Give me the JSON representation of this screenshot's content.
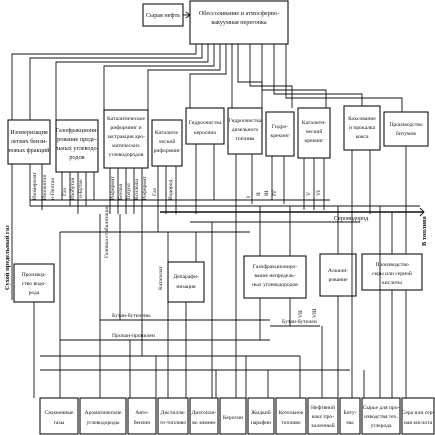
{
  "process_units": {
    "crude": [
      "Сырая нефть"
    ],
    "distillation": [
      "Обессоливание и атмосферно-",
      "вакуумная перегонка"
    ],
    "isomerization": [
      "Изомеризация",
      "легких бензи-",
      "новых фракций"
    ],
    "gas_fractionation": [
      "Газофракциони-",
      "рование преде-",
      "льных углеводо-",
      "родов"
    ],
    "cat_reforming_extraction": [
      "Каталитическое",
      "риформинг и",
      "экстракция аро-",
      "матических",
      "углеводородов"
    ],
    "cat_reforming": [
      "Каталити-",
      "ческий",
      "риформинг"
    ],
    "hydrotreating": [
      "Гидроочистка",
      "керосина"
    ],
    "hydrotreating_diesel": [
      "Гидроочистка",
      "дизельного",
      "топлива"
    ],
    "hydrocracking": [
      "Гидро-",
      "крекинг"
    ],
    "cat_cracking": [
      "Каталити-",
      "ческий",
      "крекинг"
    ],
    "coking": [
      "Коксование",
      "и прокалка",
      "кокса"
    ],
    "bitumen": [
      "Производство",
      "битумов"
    ],
    "hydrogen": [
      "Производ-",
      "ство водо-",
      "рода"
    ],
    "dewaxing": [
      "Депарафи-",
      "низация"
    ],
    "gas_fractionation_unsat": [
      "Газофракциониро-",
      "вание непредель-",
      "ных углеводородов"
    ],
    "alkylation": [
      "Алкили-",
      "рование"
    ],
    "sulfur": [
      "Производство",
      "серы или серной",
      "кислоты"
    ]
  },
  "products": {
    "liquefied_gases": [
      "Сжиженные",
      "газы"
    ],
    "aromatics": [
      "Ароматические",
      "углеводороды"
    ],
    "gasolines": [
      "Авто-",
      "бензин"
    ],
    "kerosene_jet": [
      "Дистилля-",
      "то-топливо"
    ],
    "diesel": [
      "Дизтопли-",
      "во зимнее"
    ],
    "kerosene": [
      "Керосин"
    ],
    "liquid_paraffin": [
      "Жидкий",
      "парафин"
    ],
    "boiler_fuel": [
      "Котельное",
      "топливо"
    ],
    "petroleum_coke": [
      "Нефтяной",
      "кокс про-",
      "каленный"
    ],
    "bitumens": [
      "Биту-",
      "мы"
    ],
    "tech_carbon": [
      "Сырье для про-",
      "изводства тех.",
      "углерода"
    ],
    "sulfur_acid": [
      "Сера или сер-",
      "ная кислота"
    ]
  },
  "stream_labels": {
    "dry_gas": "Сухой предельный газ",
    "isomerizate": "Изомеризат",
    "isopentane": "Изопентан",
    "n_pentane": "н-Пентан",
    "gas": "Газ",
    "isobutane": "Изобутан",
    "n_butane": "н-Бутан",
    "reformate": "Риформат",
    "benzene": "Бензол",
    "toluene": "Толуол",
    "xylenes": "Ксилолы",
    "reformate_stab": "Головка стабилизации",
    "hydrogen": "Водород",
    "catalysate": "Катализат",
    "hydrogen_sulfide": "Сероводород",
    "to_fuel": "В топливо",
    "butane_butylene": "Бутан-бутилены",
    "propane_propylene": "Пропан-пропилен",
    "butylene_butane": "Бутан-бутилен",
    "fraction_i": "I",
    "fraction_ii": "II",
    "fraction_iii": "III",
    "fraction_iv": "IV",
    "fraction_v": "V",
    "fraction_vi": "VI",
    "fraction_vii": "VII",
    "fraction_viii": "VIII"
  }
}
